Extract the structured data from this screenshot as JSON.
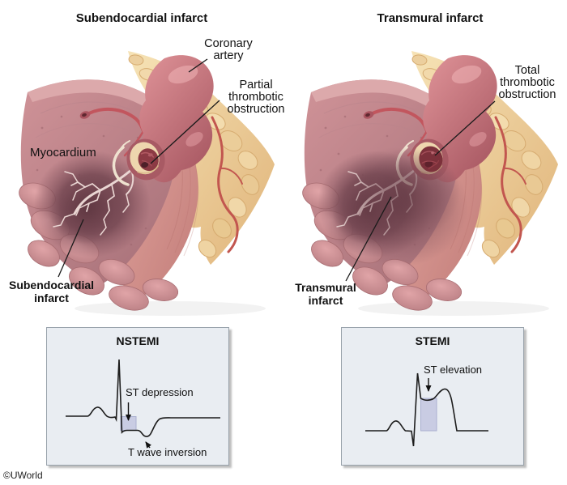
{
  "footer": {
    "copyright": "©UWorld"
  },
  "left_panel": {
    "title": "Subendocardial infarct",
    "labels": {
      "coronary_lines": [
        "Coronary",
        "artery"
      ],
      "obstruction_lines": [
        "Partial",
        "thrombotic",
        "obstruction"
      ],
      "myocardium": "Myocardium",
      "infarct_lines": [
        "Subendocardial",
        "infarct"
      ]
    },
    "ecg": {
      "title": "NSTEMI",
      "st_label": "ST depression",
      "t_label": "T wave inversion"
    }
  },
  "right_panel": {
    "title": "Transmural infarct",
    "labels": {
      "obstruction_lines": [
        "Total",
        "thrombotic",
        "obstruction"
      ],
      "infarct_lines": [
        "Transmural",
        "infarct"
      ]
    },
    "ecg": {
      "title": "STEMI",
      "st_label": "ST elevation"
    }
  },
  "colors": {
    "ecg_box_bg": "#e9edf2",
    "ecg_box_border": "#98a2ab",
    "st_shade_fill": "#c9cce3",
    "st_shade_border": "#aab0d0",
    "ecg_trace": "#1c1c1c",
    "myocardium": "#c08288",
    "infarct": "#6f434e",
    "epicardial_fat": "#ecd0a0",
    "coronary_artery": "#cf777d",
    "thrombus": "#7c313b"
  }
}
